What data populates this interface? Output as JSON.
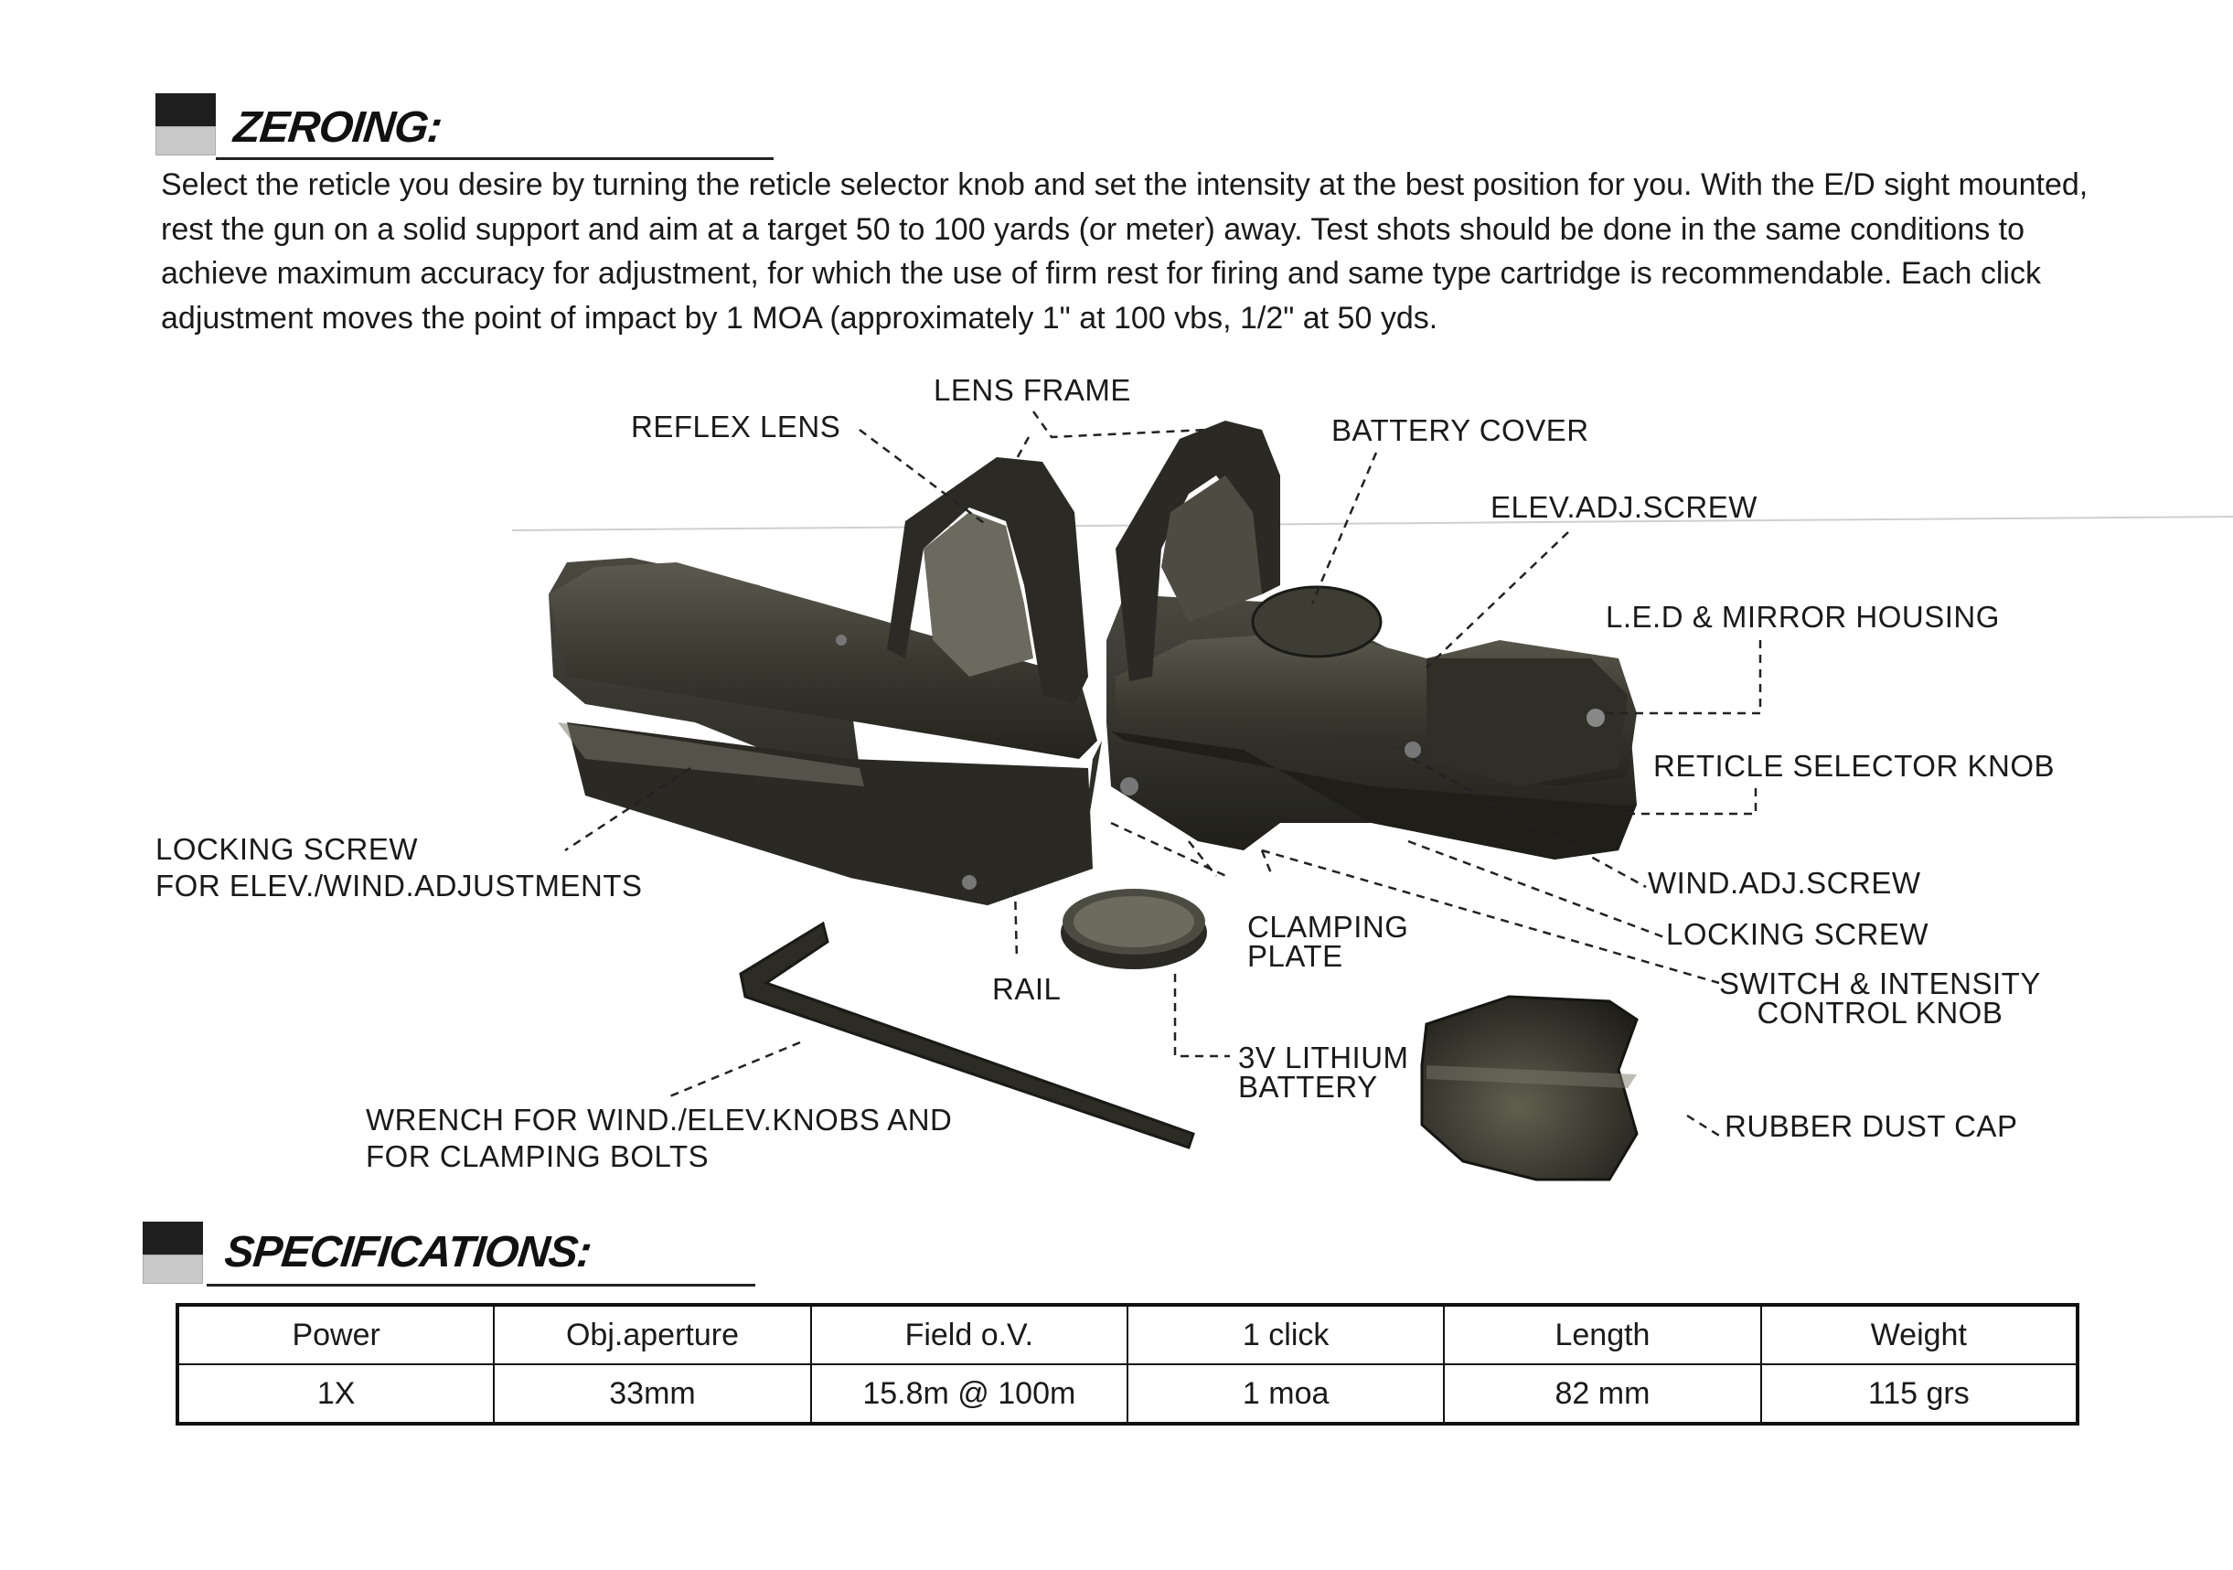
{
  "zeroing": {
    "title": "ZEROING:",
    "paragraph": "Select the reticle you desire by turning the reticle selector knob and set the intensity at the best position for you.   With the E/D sight mounted, rest the gun on a solid support and aim at a target 50 to 100 yards (or meter) away. Test shots should be done in the same conditions to achieve maximum accuracy for adjustment,    for which the use of firm rest for firing and same type cartridge is recommendable. Each click adjustment moves the point of impact by 1 MOA (approximately 1\" at 100 vbs, 1/2\" at 50 yds."
  },
  "diagram": {
    "labels": {
      "lens_frame": "LENS FRAME",
      "reflex_lens": "REFLEX LENS",
      "battery_cover": "BATTERY COVER",
      "elev_adj_screw": "ELEV.ADJ.SCREW",
      "led_mirror_housing": "L.E.D & MIRROR HOUSING",
      "reticle_selector_knob": "RETICLE SELECTOR KNOB",
      "wind_adj_screw": "WIND.ADJ.SCREW",
      "locking_screw": "LOCKING SCREW",
      "switch_intensity_line1": "SWITCH & INTENSITY",
      "switch_intensity_line2": "CONTROL KNOB",
      "locking_screw_elev_line1": "LOCKING SCREW",
      "locking_screw_elev_line2": "FOR ELEV./WIND.ADJUSTMENTS",
      "clamping_plate_line1": "CLAMPING",
      "clamping_plate_line2": "PLATE",
      "rail": "RAIL",
      "battery_line1": "3V LITHIUM",
      "battery_line2": "BATTERY",
      "wrench_line1": "WRENCH FOR WIND./ELEV.KNOBS AND",
      "wrench_line2": "FOR CLAMPING BOLTS",
      "rubber_dust_cap": "RUBBER DUST CAP"
    }
  },
  "specifications": {
    "title": "SPECIFICATIONS:",
    "headers": [
      "Power",
      "Obj.aperture",
      "Field o.V.",
      "1 click",
      "Length",
      "Weight"
    ],
    "values": [
      "1X",
      "33mm",
      "15.8m @ 100m",
      "1 moa",
      "82 mm",
      "115 grs"
    ]
  }
}
